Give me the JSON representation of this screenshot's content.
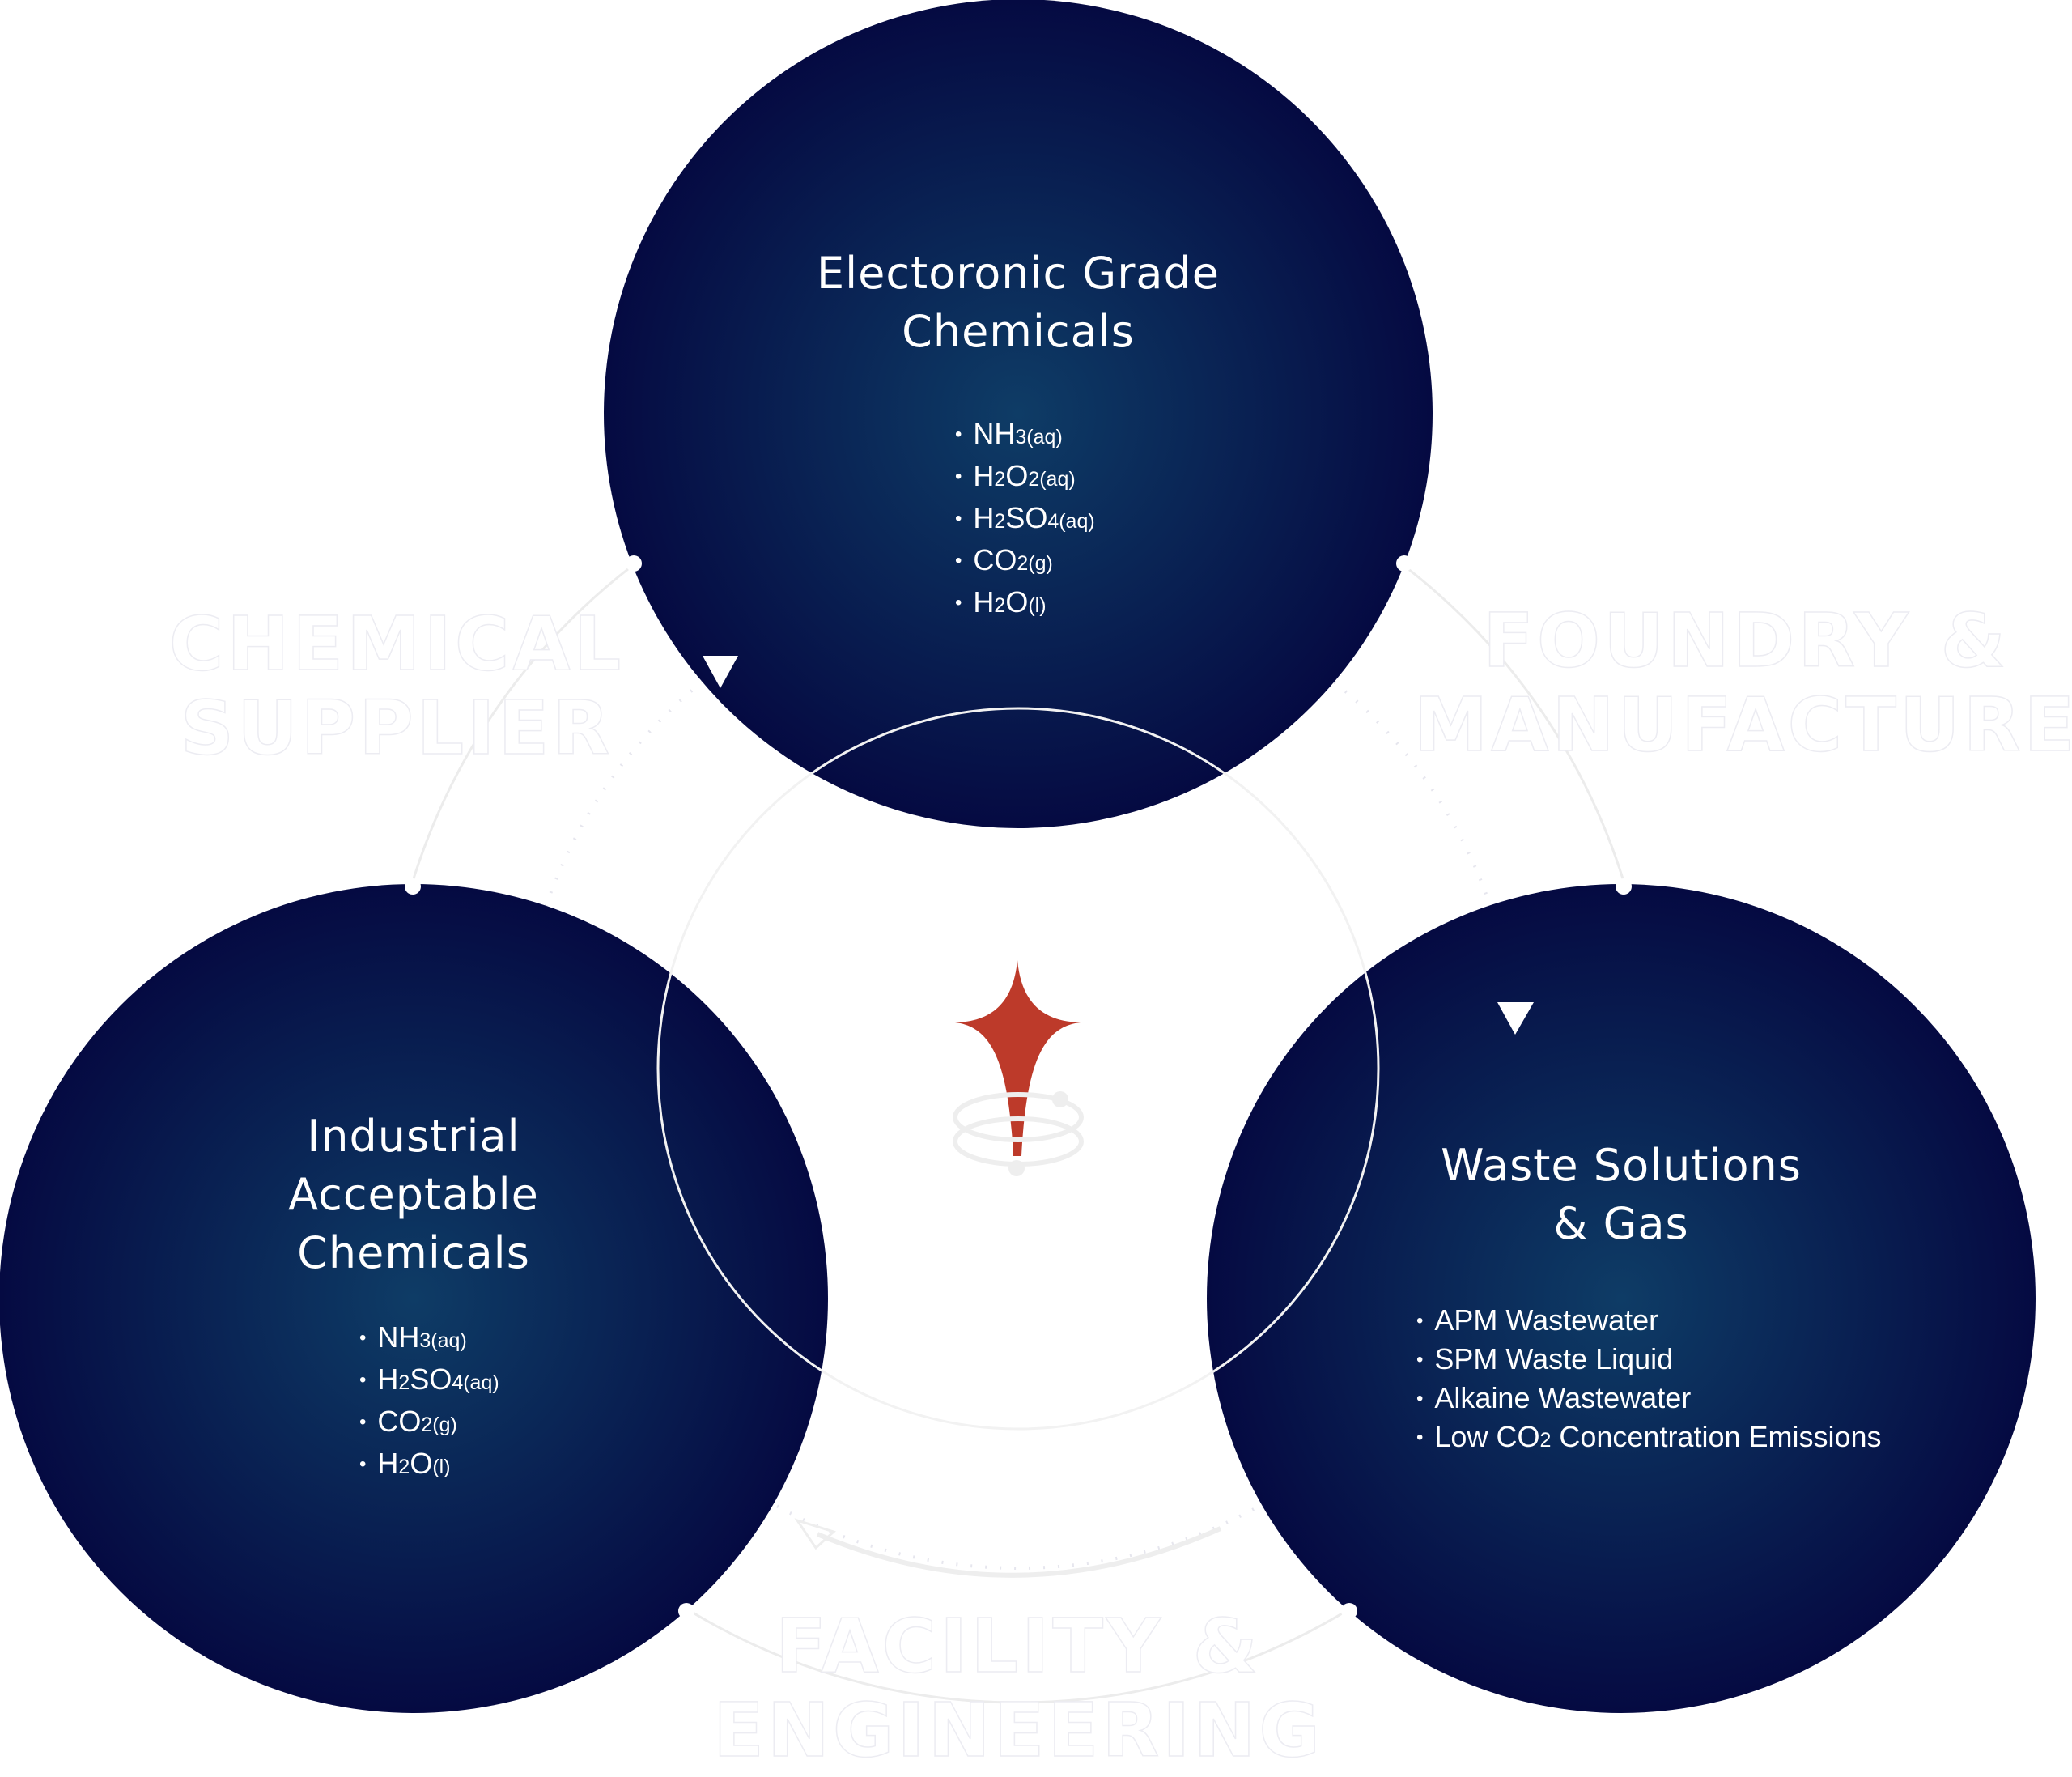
{
  "colors": {
    "circle_center": "#0e3c66",
    "circle_edge": "#050a42",
    "logo": "#bd3a2a",
    "ring": "#eeeeee"
  },
  "center_logo": {
    "icon": "red-star-with-orbit-rings"
  },
  "stages": [
    {
      "title_lines": [
        "Electoronic Grade",
        "Chemicals"
      ],
      "items": [
        [
          [
            "NH",
            ""
          ],
          [
            "3(aq)",
            "sub"
          ]
        ],
        [
          [
            "H",
            ""
          ],
          [
            "2",
            "sub"
          ],
          [
            "O",
            ""
          ],
          [
            "2(aq)",
            "sub"
          ]
        ],
        [
          [
            "H",
            ""
          ],
          [
            "2",
            "sub"
          ],
          [
            "SO",
            ""
          ],
          [
            "4(aq)",
            "sub"
          ]
        ],
        [
          [
            "CO",
            ""
          ],
          [
            "2(g)",
            "sub"
          ]
        ],
        [
          [
            "H",
            ""
          ],
          [
            "2",
            "sub"
          ],
          [
            "O",
            ""
          ],
          [
            "(l)",
            "sub"
          ]
        ]
      ]
    },
    {
      "title_lines": [
        "Industrial",
        "Acceptable",
        "Chemicals"
      ],
      "items": [
        [
          [
            "NH",
            ""
          ],
          [
            "3(aq)",
            "sub"
          ]
        ],
        [
          [
            "H",
            ""
          ],
          [
            "2",
            "sub"
          ],
          [
            "SO",
            ""
          ],
          [
            "4(aq)",
            "sub"
          ]
        ],
        [
          [
            "CO",
            ""
          ],
          [
            "2(g)",
            "sub"
          ]
        ],
        [
          [
            "H",
            ""
          ],
          [
            "2",
            "sub"
          ],
          [
            "O",
            ""
          ],
          [
            "(l)",
            "sub"
          ]
        ]
      ]
    },
    {
      "title_lines": [
        "Waste Solutions",
        "& Gas"
      ],
      "items": [
        [
          [
            "APM Wastewater",
            ""
          ]
        ],
        [
          [
            "SPM Waste Liquid",
            ""
          ]
        ],
        [
          [
            "Alkaine Wastewater",
            ""
          ]
        ],
        [
          [
            "Low CO",
            ""
          ],
          [
            "2",
            "sub"
          ],
          [
            " Concentration Emissions",
            ""
          ]
        ]
      ]
    }
  ],
  "faint_labels": {
    "chemical_supplier": [
      "CHEMICAL",
      "SUPPLIER"
    ],
    "foundry": [
      "FOUNDRY &",
      "MANUFACTURE"
    ],
    "facility": [
      "FACILITY &",
      "ENGINEERING"
    ]
  }
}
